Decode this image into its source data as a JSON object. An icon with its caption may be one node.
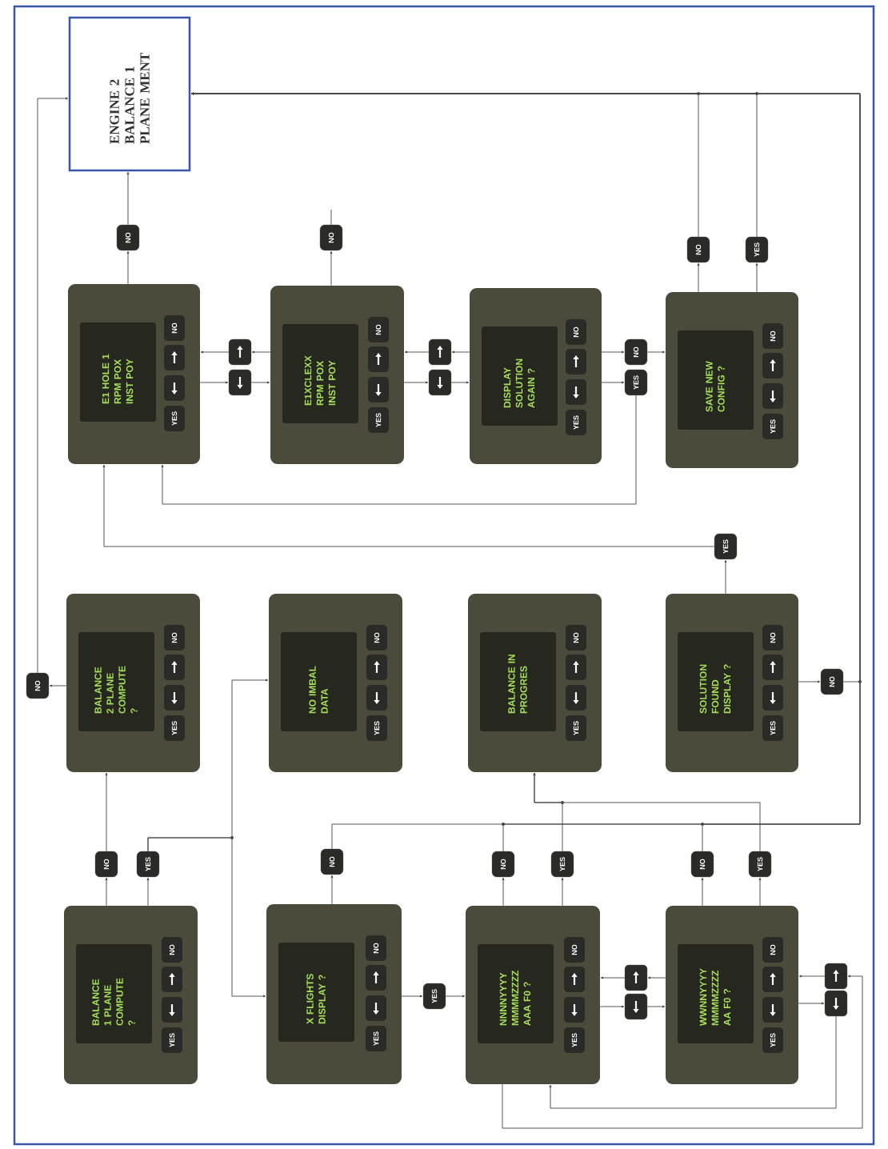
{
  "diagram": {
    "nodes": [
      {
        "text": [
          "ENGINE 2 BALANCE 1 PLANE MENT"
        ]
      },
      {
        "text": [
          "E1 HOLE 1 RPM POX INST POY",
          "YES",
          "NO"
        ]
      },
      {
        "text": [
          "E1XCLEXX RPM POX INST POY",
          "YES",
          "NO"
        ]
      },
      {
        "text": [
          "DISPLAY SOLUTION AGAIN ?",
          "YES",
          "NO"
        ]
      },
      {
        "text": [
          "SAVE NEW CONFIG ?",
          "YES",
          "NO"
        ]
      },
      {
        "text": [
          "BALANCE 2 PLANE COMPUTE ?",
          "YES",
          "NO"
        ]
      },
      {
        "text": [
          "NO IMBAL DATA",
          "YES",
          "NO"
        ]
      },
      {
        "text": [
          "BALANCE IN PROGRES",
          "YES",
          "NO"
        ]
      },
      {
        "text": [
          "SOLUTION FOUND DISPLAY ?",
          "YES",
          "NO"
        ]
      },
      {
        "text": [
          "BALANCE 1 PLANE COMPUTE ?",
          "YES",
          "NO"
        ]
      },
      {
        "text": [
          "X FLIGHTS DISPLAY ?",
          "YES",
          "NO"
        ]
      },
      {
        "text": [
          "NNNNYYYY MMMMZZZZ AAA F0 ?",
          "YES",
          "NO"
        ]
      },
      {
        "text": [
          "WWNNYYYY MMMMZZZZ AA F0 ?",
          "YES",
          "NO"
        ]
      },
      {
        "text": [
          "NO"
        ]
      },
      {
        "text": [
          "NO"
        ]
      },
      {
        "text": [],
        "shape": "box"
      },
      {
        "text": [],
        "shape": "box"
      },
      {
        "text": [],
        "shape": "box"
      },
      {
        "text": [],
        "shape": "box"
      },
      {
        "text": [
          "NO"
        ]
      },
      {
        "text": [
          "YES"
        ]
      },
      {
        "text": [
          "NO"
        ]
      },
      {
        "text": [
          "YES"
        ]
      },
      {
        "text": [
          "NO"
        ]
      },
      {
        "text": [
          "YES"
        ]
      },
      {
        "text": [
          "NO"
        ]
      },
      {
        "text": [
          "NO"
        ]
      },
      {
        "text": [
          "YES"
        ]
      },
      {
        "text": [
          "NO"
        ]
      },
      {
        "text": [
          "YES"
        ]
      },
      {
        "text": [
          "NO"
        ]
      },
      {
        "text": [
          "YES"
        ]
      },
      {
        "text": [
          "NO"
        ]
      },
      {
        "text": [
          "YES"
        ]
      },
      {
        "text": [],
        "shape": "box"
      },
      {
        "text": [],
        "shape": "box"
      },
      {
        "text": [],
        "shape": "box"
      },
      {
        "text": [],
        "shape": "box"
      }
    ],
    "edges": [
      {
        "from": 1,
        "to": 13,
        "arrow": "to"
      },
      {
        "from": 13,
        "to": 0,
        "arrow": "to"
      },
      {
        "from": 2,
        "to": 14,
        "arrow": "to"
      },
      {
        "from": 14,
        "to": null,
        "arrow": "none"
      },
      {
        "from": 2,
        "to": 15,
        "arrow": "to"
      },
      {
        "from": 15,
        "to": 1,
        "arrow": "to"
      },
      {
        "from": 1,
        "to": 16,
        "arrow": "to"
      },
      {
        "from": 16,
        "to": 2,
        "arrow": "to"
      },
      {
        "from": 3,
        "to": 17,
        "arrow": "to"
      },
      {
        "from": 17,
        "to": 2,
        "arrow": "to"
      },
      {
        "from": 2,
        "to": 18,
        "arrow": "to"
      },
      {
        "from": 18,
        "to": 3,
        "arrow": "to"
      },
      {
        "from": 3,
        "to": 19,
        "arrow": "to"
      },
      {
        "from": 19,
        "to": 4,
        "arrow": "to"
      },
      {
        "from": 3,
        "to": 20,
        "arrow": "to"
      },
      {
        "from": 20,
        "to": 1,
        "arrow": "to"
      },
      {
        "from": 4,
        "to": 21,
        "arrow": "to"
      },
      {
        "from": 4,
        "to": 22,
        "arrow": "to"
      },
      {
        "from": 21,
        "to": 0,
        "arrow": "to"
      },
      {
        "from": 22,
        "to": 0,
        "arrow": "to"
      },
      {
        "from": 5,
        "to": 23,
        "arrow": "to"
      },
      {
        "from": 23,
        "to": 0,
        "arrow": "to"
      },
      {
        "from": 8,
        "to": 24,
        "arrow": "to"
      },
      {
        "from": 24,
        "to": 1,
        "arrow": "to"
      },
      {
        "from": 8,
        "to": 25,
        "arrow": "to"
      },
      {
        "from": 25,
        "to": 0,
        "arrow": "to"
      },
      {
        "from": 9,
        "to": 26,
        "arrow": "to"
      },
      {
        "from": 26,
        "to": 5,
        "arrow": "to"
      },
      {
        "from": 9,
        "to": 27,
        "arrow": "to"
      },
      {
        "from": 27,
        "to": 6,
        "arrow": "to"
      },
      {
        "from": 27,
        "to": 10,
        "arrow": "to"
      },
      {
        "from": 10,
        "to": 28,
        "arrow": "to"
      },
      {
        "from": 28,
        "to": 0,
        "arrow": "to"
      },
      {
        "from": 10,
        "to": 29,
        "arrow": "to"
      },
      {
        "from": 29,
        "to": 11,
        "arrow": "to"
      },
      {
        "from": 11,
        "to": 30,
        "arrow": "to"
      },
      {
        "from": 30,
        "to": 0,
        "arrow": "to"
      },
      {
        "from": 11,
        "to": 31,
        "arrow": "to"
      },
      {
        "from": 31,
        "to": 7,
        "arrow": "to"
      },
      {
        "from": 12,
        "to": 32,
        "arrow": "to"
      },
      {
        "from": 32,
        "to": 0,
        "arrow": "to"
      },
      {
        "from": 12,
        "to": 33,
        "arrow": "to"
      },
      {
        "from": 33,
        "to": 7,
        "arrow": "to"
      },
      {
        "from": 12,
        "to": 34,
        "arrow": "to"
      },
      {
        "from": 34,
        "to": 11,
        "arrow": "to"
      },
      {
        "from": 11,
        "to": 35,
        "arrow": "to"
      },
      {
        "from": 35,
        "to": 12,
        "arrow": "to"
      },
      {
        "from": 36,
        "to": 12,
        "arrow": "to"
      },
      {
        "from": 12,
        "to": 37,
        "arrow": "to"
      },
      {
        "from": 37,
        "to": 11,
        "arrow": "to"
      },
      {
        "from": 11,
        "to": 36,
        "arrow": "to"
      }
    ]
  }
}
